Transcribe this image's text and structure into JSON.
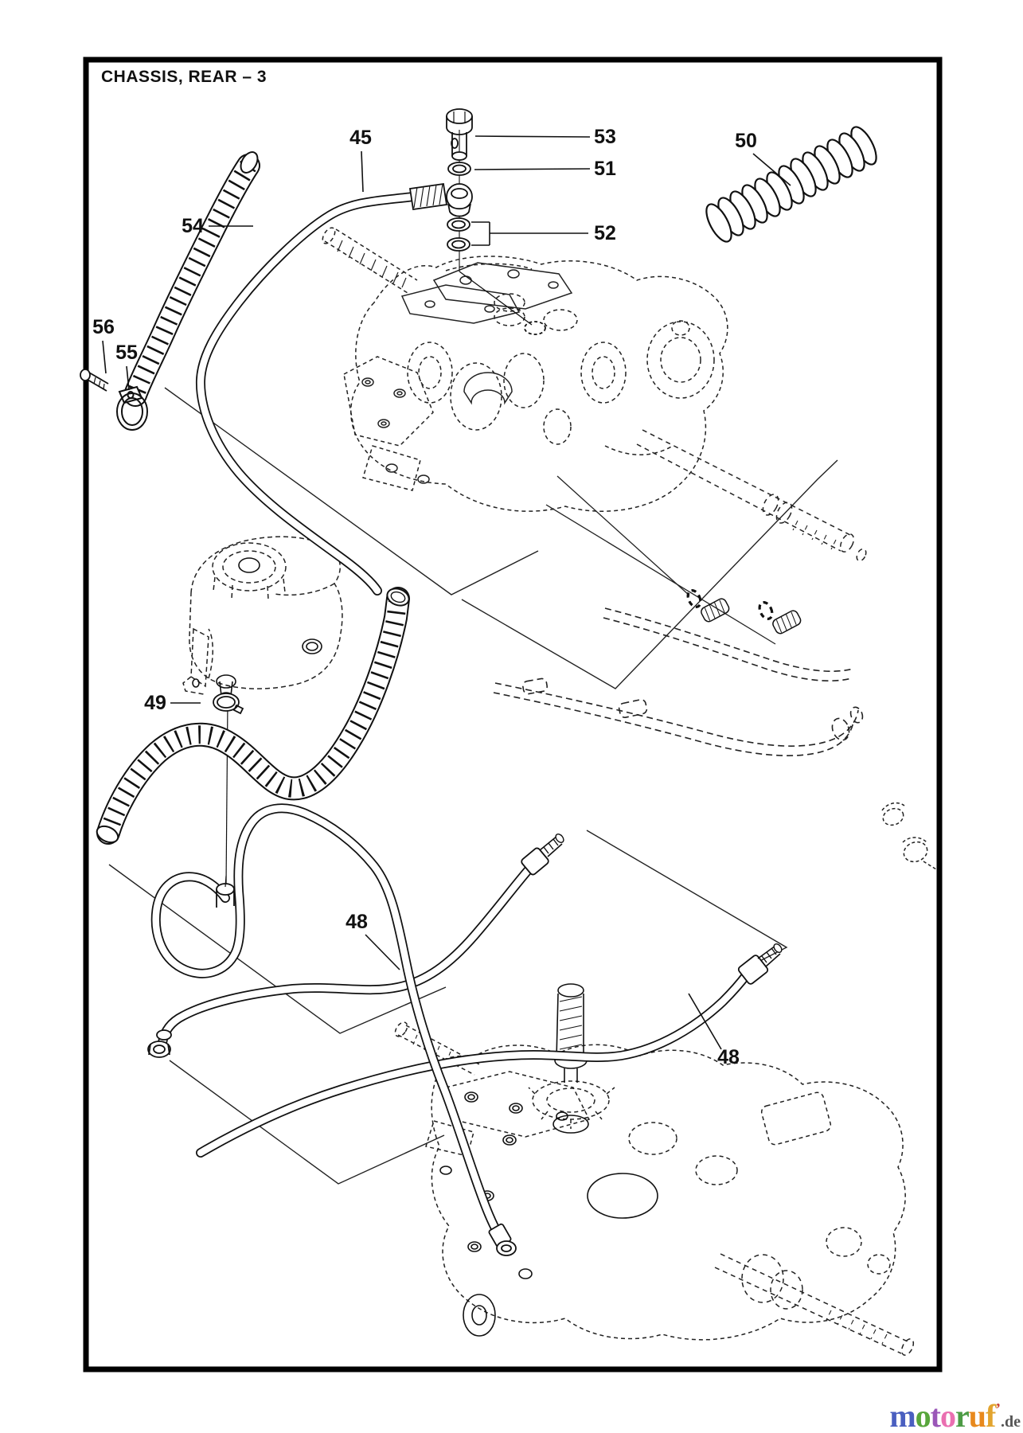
{
  "title": "CHASSIS, REAR – 3",
  "parts": {
    "p45": "45",
    "p53": "53",
    "p51": "51",
    "p52": "52",
    "p50": "50",
    "p54": "54",
    "p56": "56",
    "p55": "55",
    "p49": "49",
    "p48a": "48",
    "p48b": "48"
  },
  "watermark": {
    "letters": [
      {
        "ch": "m",
        "color": "#4a5fc0"
      },
      {
        "ch": "o",
        "color": "#58a63c"
      },
      {
        "ch": "t",
        "color": "#9a56b8"
      },
      {
        "ch": "o",
        "color": "#ea6fb1"
      },
      {
        "ch": "r",
        "color": "#4d9b45"
      },
      {
        "ch": "u",
        "color": "#e8891d"
      },
      {
        "ch": "f",
        "color": "#e2a42e"
      }
    ],
    "apostrophe": "’",
    "apostrophe_color": "#cc4433",
    "suffix": ".de",
    "suffix_color": "#555555"
  }
}
